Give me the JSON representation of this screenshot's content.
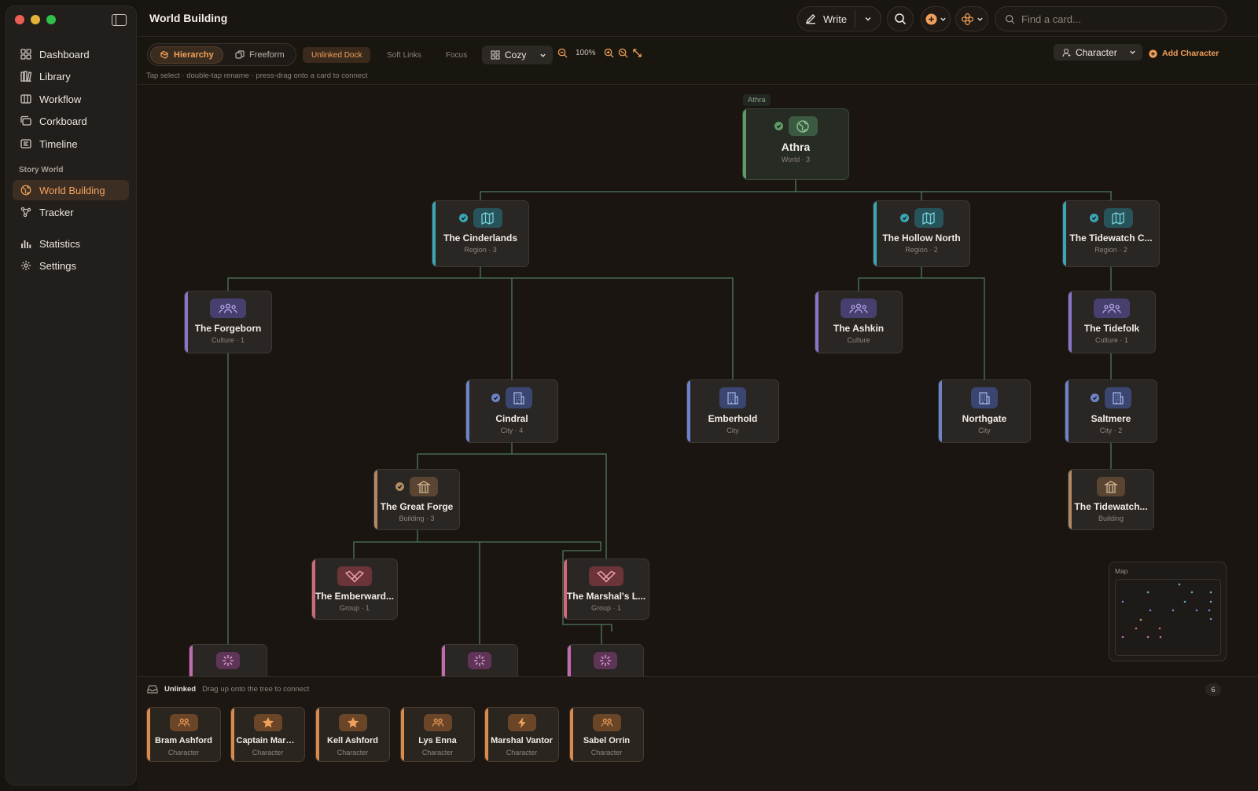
{
  "app": {
    "page_title": "World Building"
  },
  "sidebar": {
    "items": [
      {
        "label": "Dashboard",
        "icon": "dashboard-icon"
      },
      {
        "label": "Library",
        "icon": "library-icon"
      },
      {
        "label": "Workflow",
        "icon": "workflow-icon"
      },
      {
        "label": "Corkboard",
        "icon": "corkboard-icon"
      },
      {
        "label": "Timeline",
        "icon": "timeline-icon"
      }
    ],
    "section_label": "Story World",
    "world_items": [
      {
        "label": "World Building",
        "icon": "globe-icon",
        "active": true
      },
      {
        "label": "Tracker",
        "icon": "tracker-icon"
      }
    ],
    "bottom_items": [
      {
        "label": "Statistics",
        "icon": "statistics-icon"
      },
      {
        "label": "Settings",
        "icon": "gear-icon"
      }
    ]
  },
  "topbar": {
    "write_label": "Write",
    "search_placeholder": "Find a card..."
  },
  "toolbar": {
    "modes": [
      "Hierarchy",
      "Freeform"
    ],
    "active_mode": "Hierarchy",
    "chips": [
      "Unlinked Dock",
      "Soft Links",
      "Focus"
    ],
    "active_chip": "Unlinked Dock",
    "density": "Cozy",
    "zoom": "100%",
    "hint": "Tap select · double-tap rename · press-drag onto a card to connect",
    "card_type": "Character",
    "add_label": "Add Character"
  },
  "colors": {
    "accent": "#f0a05a",
    "world": "#5e9a6a",
    "region": "#3aa6b3",
    "culture": "#8a73c9",
    "city": "#6d84c9",
    "building": "#b08a62",
    "group": "#cd6b7a",
    "event": "#c46ab0",
    "character": "#d98a4c"
  },
  "tree": {
    "root_tag": "Athra",
    "nodes": {
      "athra": {
        "name": "Athra",
        "sub": "World · 3"
      },
      "cinderlands": {
        "name": "The Cinderlands",
        "sub": "Region · 3"
      },
      "hollow_north": {
        "name": "The Hollow North",
        "sub": "Region · 2"
      },
      "tidewatch": {
        "name": "The Tidewatch C...",
        "sub": "Region · 2"
      },
      "forgeborn": {
        "name": "The Forgeborn",
        "sub": "Culture · 1"
      },
      "ashkin": {
        "name": "The Ashkin",
        "sub": "Culture"
      },
      "tidefolk": {
        "name": "The Tidefolk",
        "sub": "Culture · 1"
      },
      "cindral": {
        "name": "Cindral",
        "sub": "City · 4"
      },
      "emberhold": {
        "name": "Emberhold",
        "sub": "City"
      },
      "northgate": {
        "name": "Northgate",
        "sub": "City"
      },
      "saltmere": {
        "name": "Saltmere",
        "sub": "City · 2"
      },
      "great_forge": {
        "name": "The Great Forge",
        "sub": "Building · 3"
      },
      "tidewatch_bldg": {
        "name": "The Tidewatch...",
        "sub": "Building"
      },
      "emberward": {
        "name": "The Emberward...",
        "sub": "Group · 1"
      },
      "marshals": {
        "name": "The Marshal's L...",
        "sub": "Group · 1"
      }
    }
  },
  "minimap": {
    "label": "Map"
  },
  "dock": {
    "title": "Unlinked",
    "hint": "Drag up onto the tree to connect",
    "count": "6",
    "cards": [
      {
        "name": "Bram Ashford",
        "sub": "Character",
        "icon": "people-icon"
      },
      {
        "name": "Captain Maren...",
        "sub": "Character",
        "icon": "star-icon"
      },
      {
        "name": "Kell Ashford",
        "sub": "Character",
        "icon": "star-icon"
      },
      {
        "name": "Lys Enna",
        "sub": "Character",
        "icon": "people-icon"
      },
      {
        "name": "Marshal Vantor",
        "sub": "Character",
        "icon": "bolt-icon"
      },
      {
        "name": "Sabel Orrin",
        "sub": "Character",
        "icon": "people-icon"
      }
    ]
  }
}
